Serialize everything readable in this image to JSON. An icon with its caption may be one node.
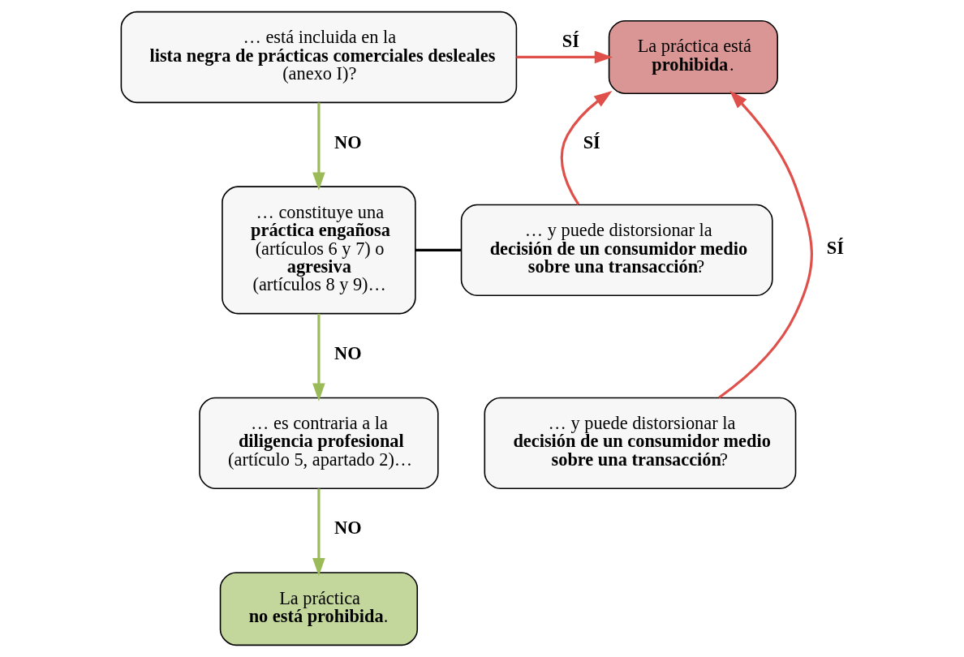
{
  "diagram": {
    "nodes": [
      {
        "text": [
          "… está incluida en la **lista negra de prácticas comerciales desleales** (anexo I)?"
        ]
      },
      {
        "text": [
          "… constituye una **práctica engañosa** (artículos 6 y 7) o **agresiva** (artículos 8 y 9)…"
        ]
      },
      {
        "text": [
          "… y puede distorsionar la **decisión de un consumidor medio sobre una transacción**?"
        ]
      },
      {
        "text": [
          "… es contraria a la **diligencia profesional** (artículo 5, apartado 2)…"
        ]
      },
      {
        "text": [
          "… y puede distorsionar la **decisión de un consumidor medio sobre una transacción**?"
        ]
      },
      {
        "text": [
          "La práctica **no está prohibida**."
        ]
      },
      {
        "text": [
          "La práctica está **prohibida**."
        ]
      }
    ],
    "edges": [
      {
        "from": 0,
        "to": 6,
        "arrow": "to",
        "label": "SÍ",
        "color": "#e0504a"
      },
      {
        "from": 0,
        "to": 1,
        "arrow": "to",
        "label": "NO",
        "color": "#9bbb59"
      },
      {
        "from": 1,
        "to": 2,
        "arrow": "none",
        "color": "#000000"
      },
      {
        "from": 2,
        "to": 6,
        "arrow": "to",
        "label": "SÍ",
        "color": "#e0504a"
      },
      {
        "from": 1,
        "to": 3,
        "arrow": "to",
        "label": "NO",
        "color": "#9bbb59"
      },
      {
        "from": 4,
        "to": 6,
        "arrow": "to",
        "label": "SÍ",
        "color": "#e0504a"
      },
      {
        "from": 3,
        "to": 5,
        "arrow": "to",
        "label": "NO",
        "color": "#9bbb59"
      }
    ]
  }
}
